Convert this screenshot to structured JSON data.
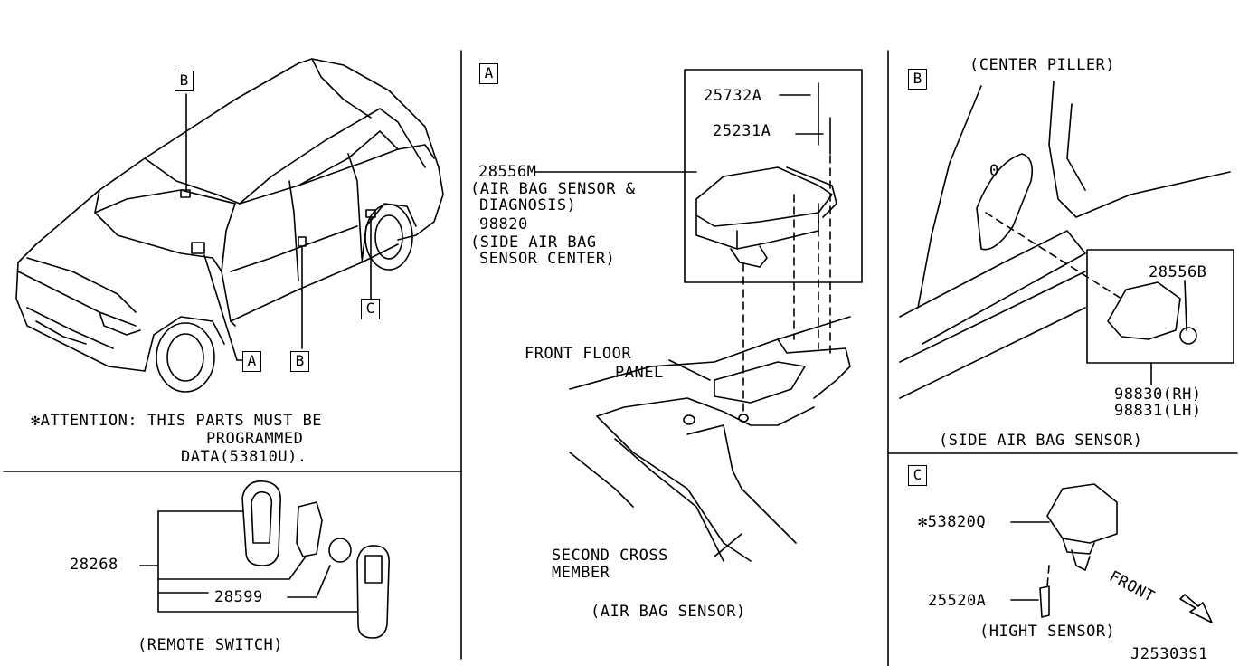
{
  "vehicle_panel": {
    "attention_line1": "✻ATTENTION: THIS PARTS MUST BE",
    "attention_line2": "PROGRAMMED",
    "attention_line3": "DATA(53810U).",
    "callouts": [
      "B",
      "A",
      "B",
      "C"
    ]
  },
  "remote_panel": {
    "part_28268": "28268",
    "part_28599": "28599",
    "caption": "(REMOTE SWITCH)"
  },
  "airbag_panel": {
    "section": "A",
    "part_25732A": "25732A",
    "part_25231A": "25231A",
    "part_28556M": "28556M",
    "desc_28556M_1": "(AIR BAG SENSOR &",
    "desc_28556M_2": "DIAGNOSIS)",
    "part_98820": "98820",
    "desc_98820_1": "(SIDE AIR BAG",
    "desc_98820_2": "SENSOR CENTER)",
    "front_floor_1": "FRONT FLOOR",
    "front_floor_2": "PANEL",
    "second_cross_1": "SECOND CROSS",
    "second_cross_2": "MEMBER",
    "caption": "(AIR BAG SENSOR)"
  },
  "side_panel": {
    "section": "B",
    "center_piller": "(CENTER PILLER)",
    "part_28556B": "28556B",
    "part_98830": "98830(RH)",
    "part_98831": "98831(LH)",
    "caption": "(SIDE AIR BAG SENSOR)"
  },
  "height_panel": {
    "section": "C",
    "part_53820Q": "✻53820Q",
    "part_25520A": "25520A",
    "front": "FRONT",
    "caption": "(HIGHT SENSOR)"
  },
  "drawing_code": "J25303S1"
}
